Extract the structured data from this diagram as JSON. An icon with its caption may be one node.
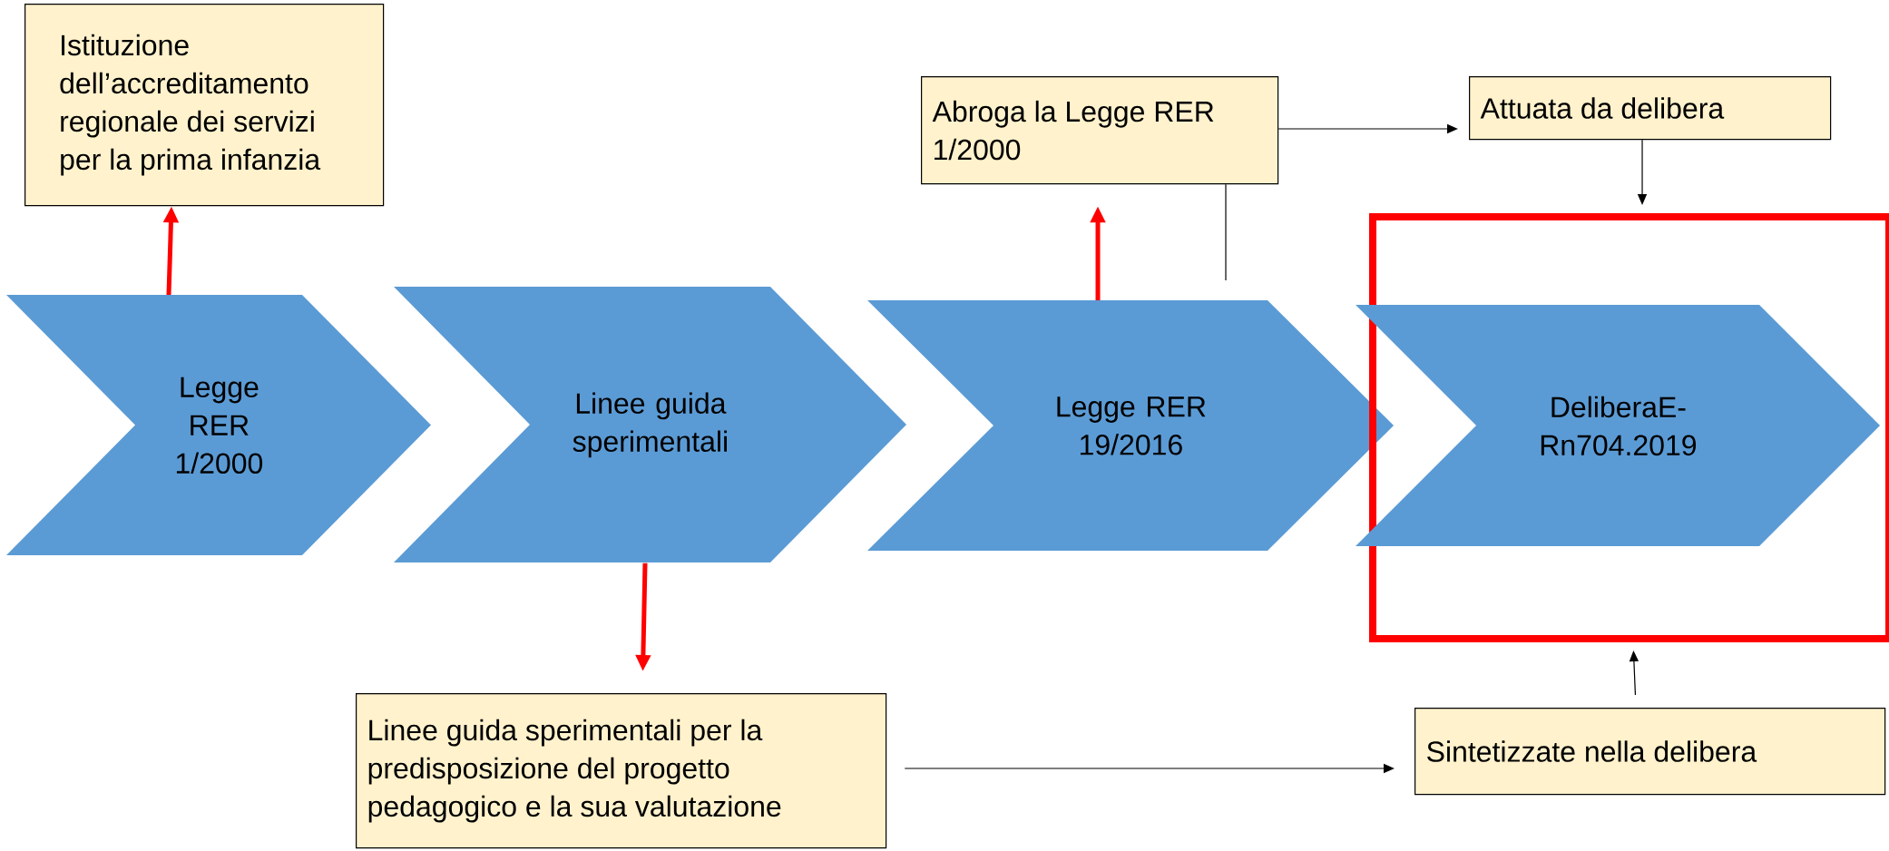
{
  "diagram": {
    "nodes": [
      {
        "text": [
          "Istituzione dell’accreditamento regionale dei servizi per la prima infanzia"
        ]
      },
      {
        "text": [
          "Abroga la Legge RER 1/2000"
        ]
      },
      {
        "text": [
          "Attuata da delibera"
        ]
      },
      {
        "text": [
          "Legge RER 1/2000"
        ]
      },
      {
        "text": [
          "Linee guida sperimentali"
        ]
      },
      {
        "text": [
          "Legge RER 19/2016"
        ]
      },
      {
        "text": [],
        "shape": "box"
      },
      {
        "text": [
          "DeliberaE-Rn704.2019"
        ],
        "in": 6
      },
      {
        "text": [
          "Linee guida sperimentali per la predisposizione del progetto pedagogico e la sua valutazione"
        ]
      },
      {
        "text": [
          "Sintetizzate nella delibera"
        ]
      }
    ],
    "edges": [
      {
        "from": 3,
        "to": 0,
        "arrow": "to",
        "style": "thick",
        "color": "#ff0000"
      },
      {
        "from": 4,
        "to": 8,
        "arrow": "to",
        "style": "thick",
        "color": "#ff0000"
      },
      {
        "from": 5,
        "to": 1,
        "arrow": "to",
        "style": "thick",
        "color": "#ff0000"
      },
      {
        "from": 1,
        "to": 5,
        "arrow": "none"
      },
      {
        "from": 1,
        "to": 2,
        "arrow": "to"
      },
      {
        "from": 2,
        "to": 6,
        "arrow": "to"
      },
      {
        "from": 8,
        "to": 9,
        "arrow": "to"
      },
      {
        "from": 9,
        "to": 6,
        "arrow": "to"
      }
    ]
  }
}
